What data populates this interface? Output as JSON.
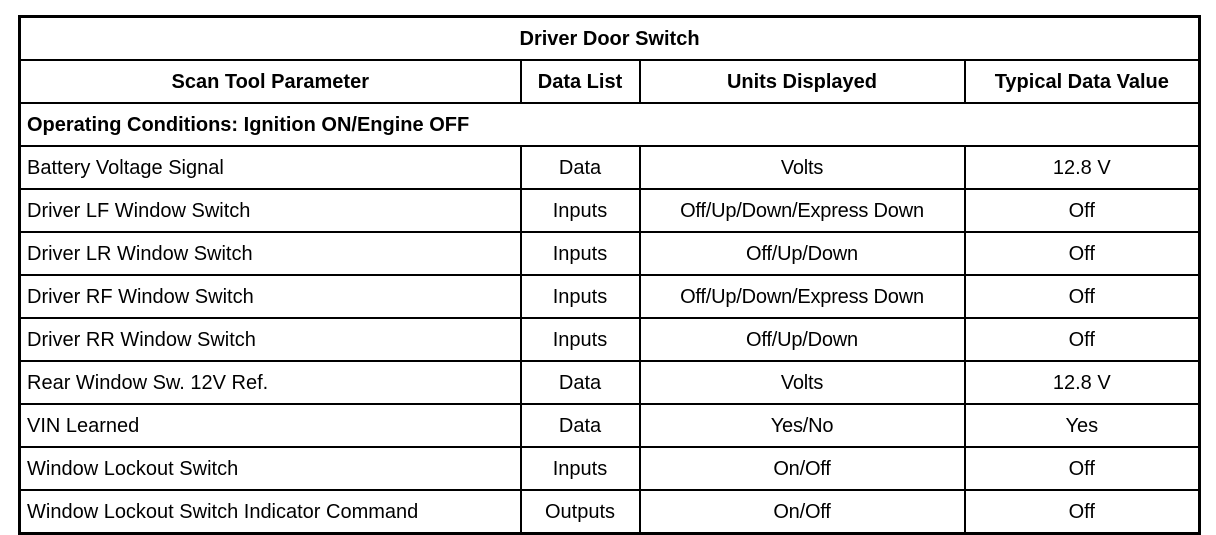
{
  "table": {
    "title": "Driver Door Switch",
    "columns": [
      {
        "key": "parameter",
        "label": "Scan Tool Parameter"
      },
      {
        "key": "data_list",
        "label": "Data List"
      },
      {
        "key": "units",
        "label": "Units Displayed"
      },
      {
        "key": "typical",
        "label": "Typical Data Value"
      }
    ],
    "section_header": "Operating Conditions: Ignition ON/Engine OFF",
    "rows": [
      {
        "parameter": "Battery Voltage Signal",
        "data_list": "Data",
        "units": "Volts",
        "typical": "12.8 V"
      },
      {
        "parameter": "Driver LF Window Switch",
        "data_list": "Inputs",
        "units": "Off/Up/Down/Express Down",
        "typical": "Off"
      },
      {
        "parameter": "Driver LR Window Switch",
        "data_list": "Inputs",
        "units": "Off/Up/Down",
        "typical": "Off"
      },
      {
        "parameter": "Driver RF Window Switch",
        "data_list": "Inputs",
        "units": "Off/Up/Down/Express Down",
        "typical": "Off"
      },
      {
        "parameter": "Driver RR Window Switch",
        "data_list": "Inputs",
        "units": "Off/Up/Down",
        "typical": "Off"
      },
      {
        "parameter": "Rear Window Sw. 12V Ref.",
        "data_list": "Data",
        "units": "Volts",
        "typical": "12.8 V"
      },
      {
        "parameter": "VIN Learned",
        "data_list": "Data",
        "units": "Yes/No",
        "typical": "Yes"
      },
      {
        "parameter": "Window Lockout Switch",
        "data_list": "Inputs",
        "units": "On/Off",
        "typical": "Off"
      },
      {
        "parameter": "Window Lockout Switch Indicator Command",
        "data_list": "Outputs",
        "units": "On/Off",
        "typical": "Off"
      }
    ]
  },
  "style": {
    "border_color": "#000000",
    "text_color": "#000000",
    "background": "#ffffff"
  }
}
